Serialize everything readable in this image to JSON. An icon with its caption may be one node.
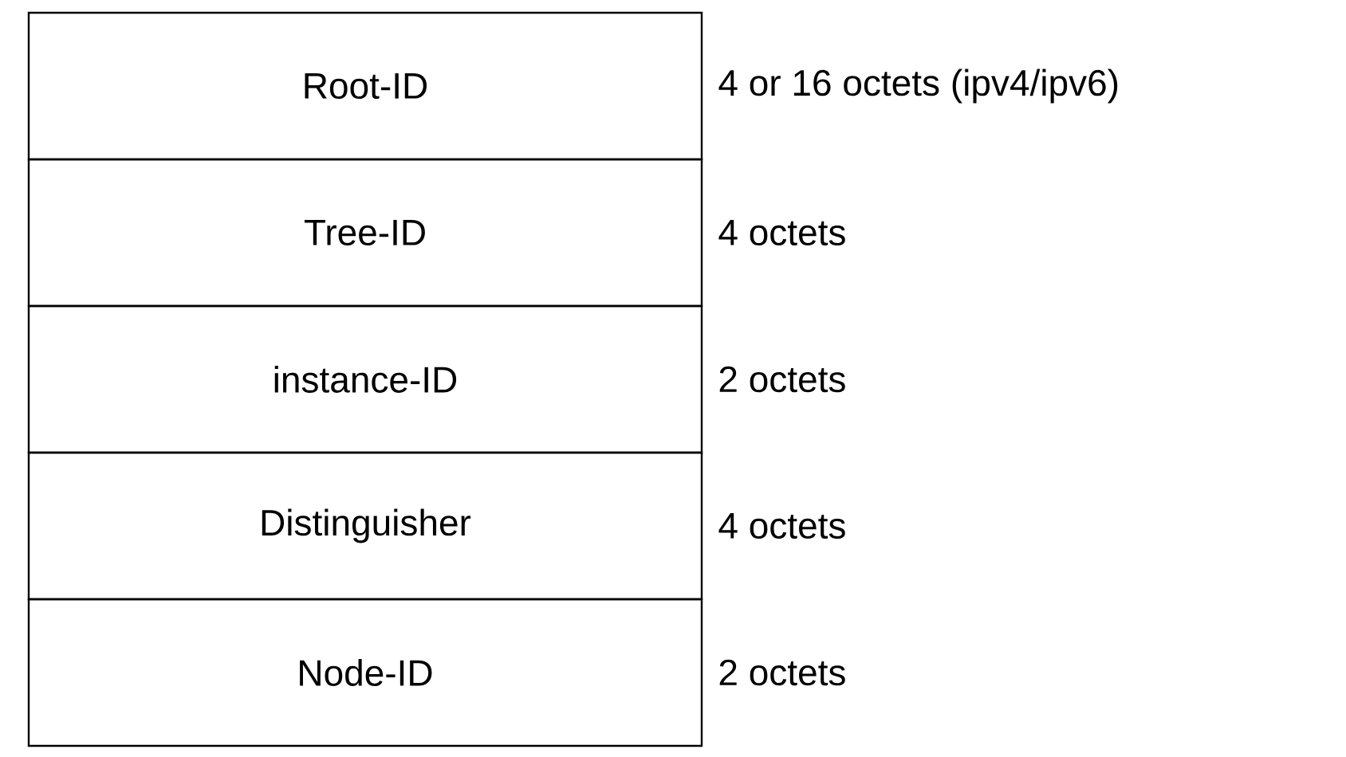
{
  "diagram": {
    "nodes": [
      {
        "text": [
          "Root-ID"
        ],
        "beside": [
          "4 or 16 octets (ipv4/ipv6)"
        ]
      },
      {
        "text": [
          "Tree-ID"
        ],
        "beside": [
          "4 octets"
        ]
      },
      {
        "text": [
          "instance-ID"
        ],
        "beside": [
          "2 octets"
        ]
      },
      {
        "text": [
          "Distinguisher"
        ],
        "beside": [
          "4 octets"
        ]
      },
      {
        "text": [
          "Node-ID"
        ],
        "beside": [
          "2 octets"
        ]
      }
    ]
  }
}
